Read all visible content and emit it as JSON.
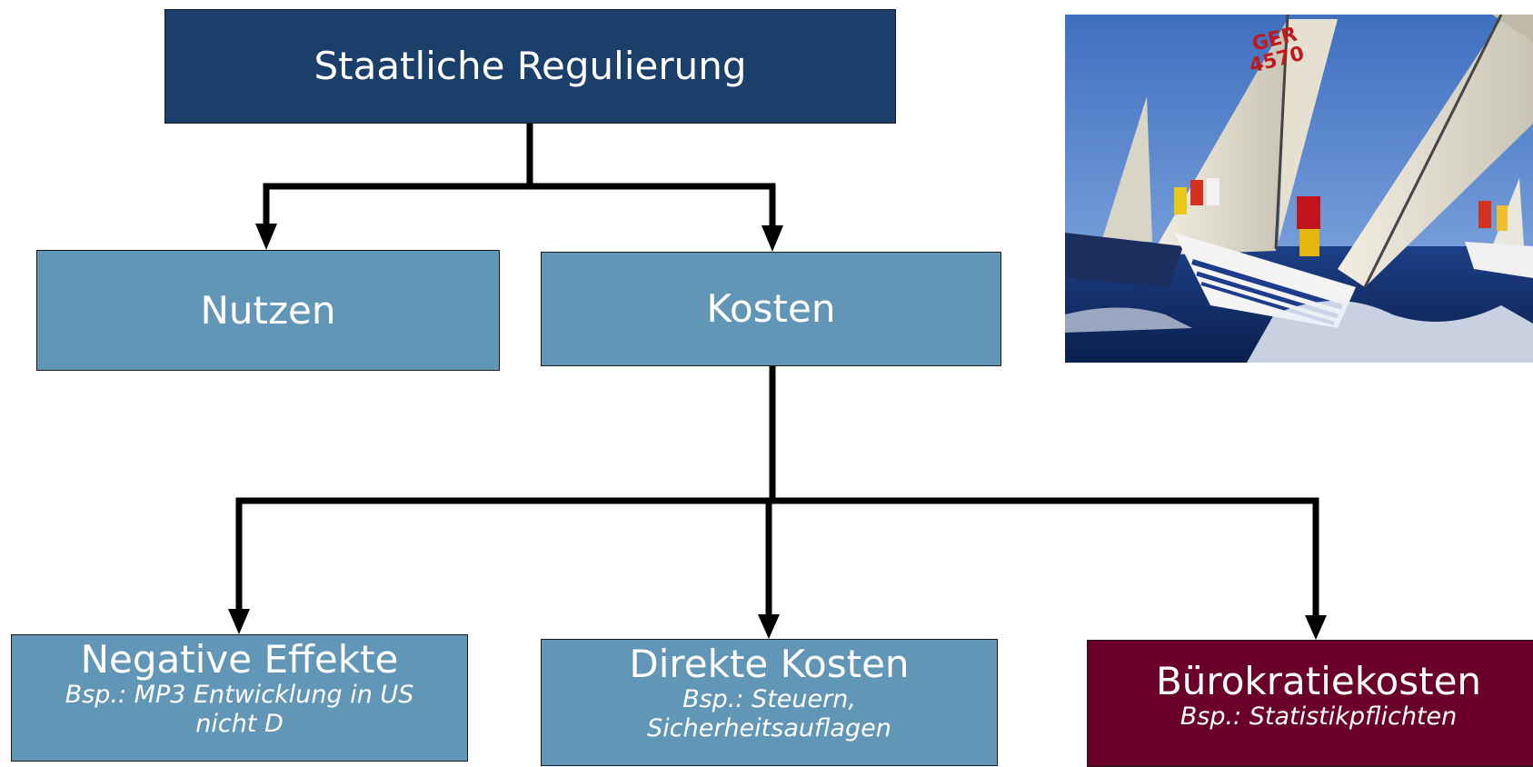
{
  "root": {
    "title": "Staatliche Regulierung"
  },
  "level1": {
    "nutzen": {
      "title": "Nutzen"
    },
    "kosten": {
      "title": "Kosten"
    }
  },
  "level2": {
    "negative": {
      "title": "Negative Effekte",
      "example": "Bsp.: MP3 Entwicklung in US nicht D"
    },
    "direkte": {
      "title": "Direkte Kosten",
      "example": "Bsp.: Steuern, Sicherheitsauflagen"
    },
    "buerokratie": {
      "title": "Bürokratiekosten",
      "example": "Bsp.: Statistikpflichten"
    }
  },
  "photo": {
    "sail_number": "GER 4570"
  },
  "colors": {
    "root_fill": "#1b3f6b",
    "node_fill": "#6196b7",
    "highlight_fill": "#6a0028",
    "connector": "#000000"
  }
}
